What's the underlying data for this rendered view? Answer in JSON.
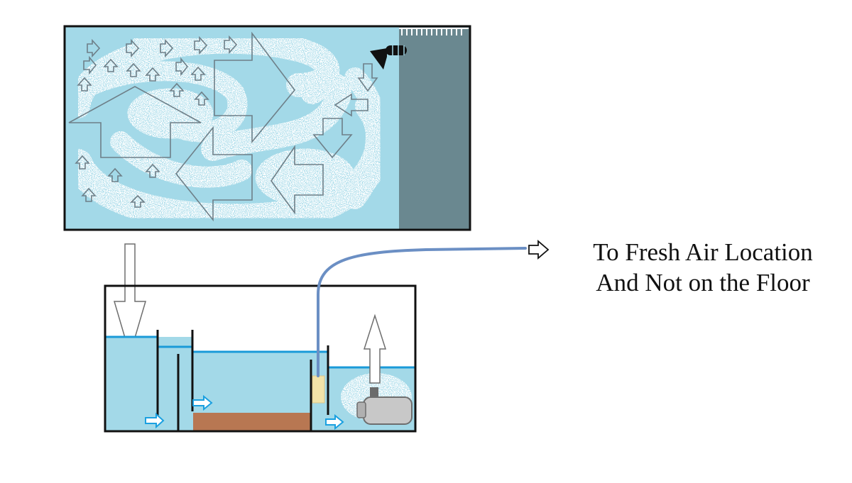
{
  "caption": {
    "line1": "To Fresh Air Location",
    "line2": "And Not on the Floor"
  },
  "colors": {
    "water": "#a3d9e8",
    "water_surface": "#1a9ad8",
    "overflow_box": "#6a8890",
    "air_line": "#6b8fc4",
    "sand": "#b87752",
    "sponge": "#f2e3a8",
    "flow_arrow": "#1aa0e0",
    "pump": "#c8c8c8",
    "outline": "#111111"
  },
  "icons": {
    "display_tank_flow": "circulation-arrows",
    "return_pump": "pump-icon",
    "air_tube": "air-line-tube"
  }
}
